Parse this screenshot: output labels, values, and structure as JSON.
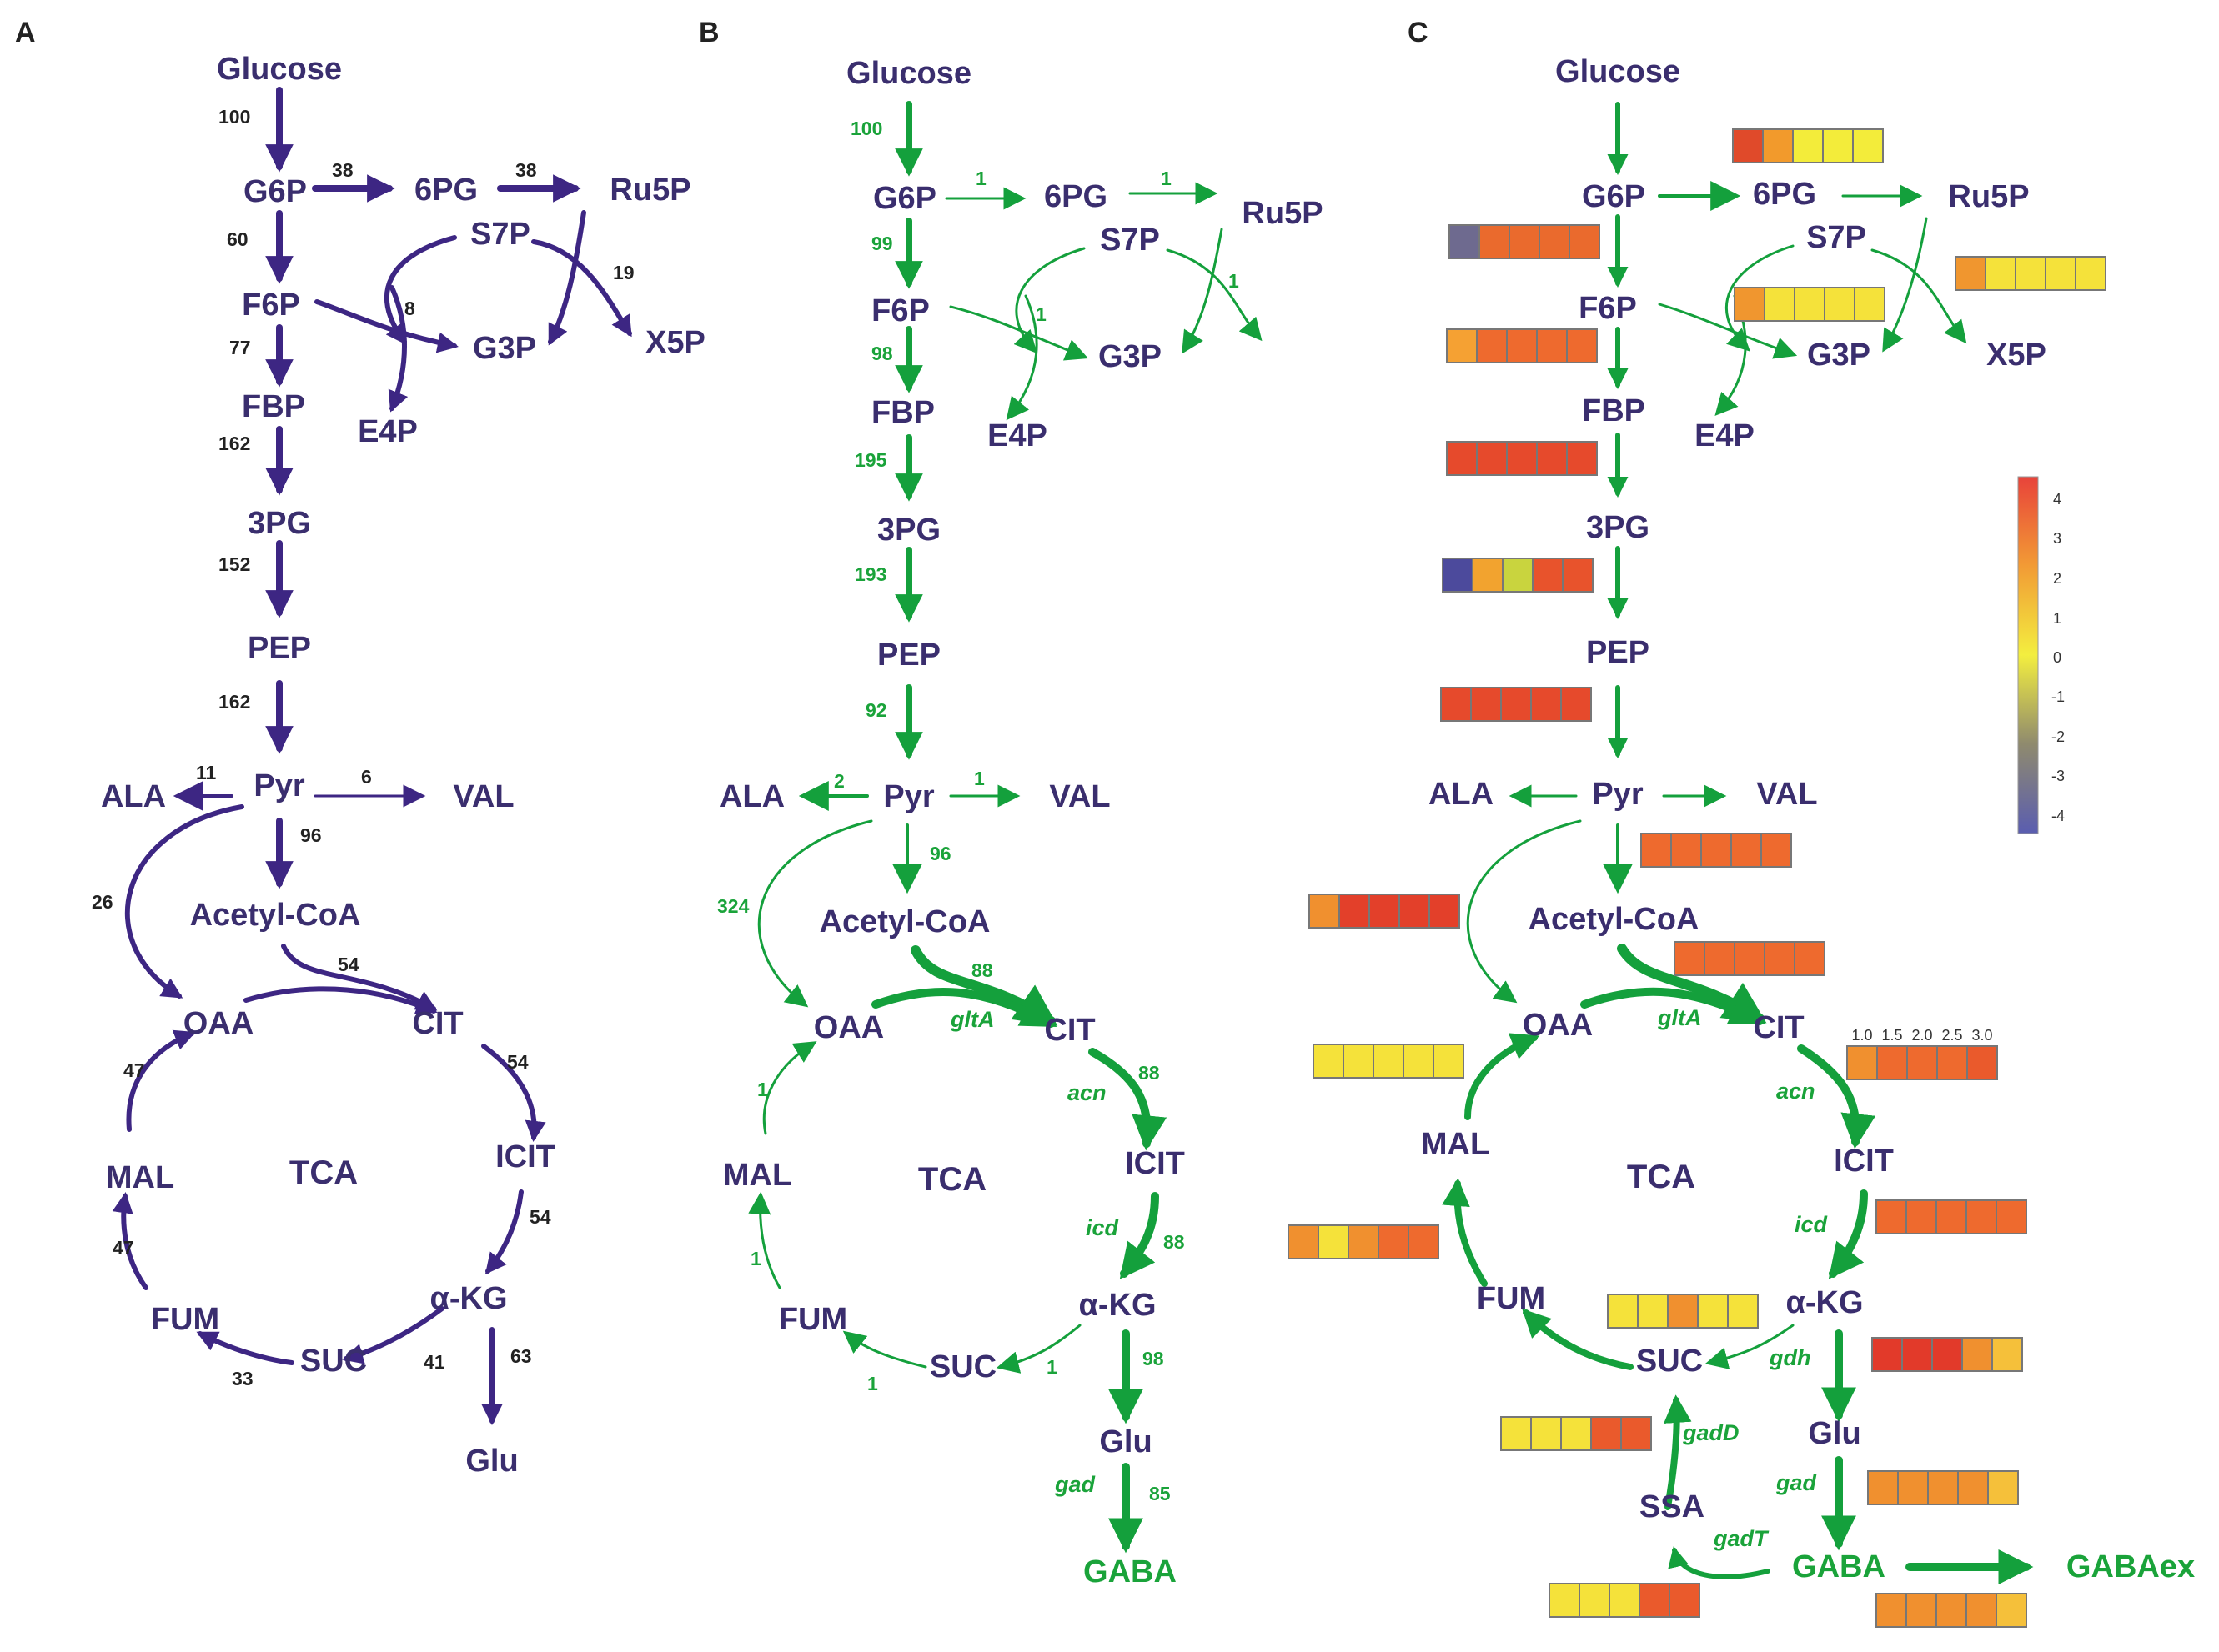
{
  "panels": {
    "A": "A",
    "B": "B",
    "C": "C"
  },
  "colors": {
    "panel_a": "#3d2683",
    "panel_bc": "#14a03c",
    "label": "#3a2e6e"
  },
  "metabolites": {
    "glucose": "Glucose",
    "g6p": "G6P",
    "pg6": "6PG",
    "ru5p": "Ru5P",
    "s7p": "S7P",
    "f6p": "F6P",
    "g3p": "G3P",
    "x5p": "X5P",
    "fbp": "FBP",
    "e4p": "E4P",
    "pg3": "3PG",
    "pep": "PEP",
    "pyr": "Pyr",
    "ala": "ALA",
    "val": "VAL",
    "acoa": "Acetyl-CoA",
    "oaa": "OAA",
    "cit": "CIT",
    "icit": "ICIT",
    "akg": "α-KG",
    "suc": "SUC",
    "fum": "FUM",
    "mal": "MAL",
    "glu": "Glu",
    "gaba": "GABA",
    "ssa": "SSA",
    "gabaex": "GABAex",
    "tca": "TCA"
  },
  "genes": {
    "gltA": "gltA",
    "acn": "acn",
    "icd": "icd",
    "gdh": "gdh",
    "gad": "gad",
    "gadD": "gadD",
    "gadT": "gadT"
  },
  "flux_a": {
    "glc_g6p": "100",
    "g6p_6pg": "38",
    "pg6_ru5p": "38",
    "g6p_f6p": "60",
    "ru5p_x5p": "19",
    "f6p_g3p": "8",
    "f6p_fbp": "77",
    "fbp_3pg": "162",
    "pg3_pep": "152",
    "pep_pyr": "162",
    "pyr_ala": "11",
    "pyr_val": "6",
    "pyr_acoa": "96",
    "pyr_oaa": "26",
    "acoa_cit": "54",
    "cit_icit": "54",
    "icit_akg": "54",
    "akg_suc": "41",
    "akg_glu": "63",
    "suc_fum": "33",
    "fum_mal": "47",
    "mal_oaa": "47"
  },
  "flux_b": {
    "glc_g6p": "100",
    "g6p_6pg": "1",
    "pg6_ru5p": "1",
    "g6p_f6p": "99",
    "f6p_g3p": "1",
    "ru5p_x5p": "1",
    "f6p_fbp": "98",
    "fbp_3pg": "195",
    "pg3_pep": "193",
    "pep_pyr": "92",
    "pyr_ala": "2",
    "pyr_val": "1",
    "pyr_acoa": "96",
    "pyr_oaa": "324",
    "acoa_cit": "88",
    "cit_icit": "88",
    "icit_akg": "88",
    "akg_glu": "98",
    "glu_gaba": "85",
    "akg_suc": "1",
    "suc_fum": "1",
    "fum_mal": "1",
    "mal_oaa": "1"
  },
  "colorbar": {
    "ticks": [
      "4",
      "3",
      "2",
      "1",
      "0",
      "-1",
      "-2",
      "-3",
      "-4"
    ]
  },
  "time_axis": [
    "1.0",
    "1.5",
    "2.0",
    "2.5",
    "3.0"
  ],
  "heatmaps": [
    {
      "id": "g6p_6pg",
      "colors": [
        "#e04a2a",
        "#f29a2c",
        "#f3ec3a",
        "#f3ec3a",
        "#f3ec3a"
      ]
    },
    {
      "id": "g6p_f6p",
      "colors": [
        "#6e6a8f",
        "#ea6a2d",
        "#ea6a2d",
        "#ea6a2d",
        "#ea6a2d"
      ]
    },
    {
      "id": "ru5p_x5p",
      "colors": [
        "#f0962f",
        "#f5e23a",
        "#f5e23a",
        "#f5e23a",
        "#f5e23a"
      ]
    },
    {
      "id": "f6p_g3p",
      "colors": [
        "#f0962f",
        "#f5e23a",
        "#f5e23a",
        "#f5e23a",
        "#f5e23a"
      ]
    },
    {
      "id": "f6p_fbp",
      "colors": [
        "#f5a133",
        "#ee6a2e",
        "#ee6a2e",
        "#ee6a2e",
        "#ee6a2e"
      ]
    },
    {
      "id": "fbp_3pg",
      "colors": [
        "#e64a2c",
        "#e64a2c",
        "#e64a2c",
        "#e64a2c",
        "#e64a2c"
      ]
    },
    {
      "id": "pg3_pep",
      "colors": [
        "#4c4a9c",
        "#f2a32f",
        "#c9d43e",
        "#e8532c",
        "#e8532c"
      ]
    },
    {
      "id": "pep_pyr",
      "colors": [
        "#e64a2c",
        "#e64a2c",
        "#e64a2c",
        "#e64a2c",
        "#e64a2c"
      ]
    },
    {
      "id": "pyr_acoa",
      "colors": [
        "#ee6a2e",
        "#ee6a2e",
        "#ee6a2e",
        "#ee6a2e",
        "#ee6a2e"
      ]
    },
    {
      "id": "pyr_oaa",
      "colors": [
        "#f0902f",
        "#e3402a",
        "#e3402a",
        "#e3402a",
        "#e3402a"
      ]
    },
    {
      "id": "acoa_cit",
      "colors": [
        "#ee6a2e",
        "#ee6a2e",
        "#ee6a2e",
        "#ee6a2e",
        "#ee6a2e"
      ]
    },
    {
      "id": "cit_icit",
      "colors": [
        "#f0902f",
        "#ee6a2e",
        "#ee6a2e",
        "#ee6a2e",
        "#ea5a2c"
      ]
    },
    {
      "id": "mal_oaa",
      "colors": [
        "#f5e23a",
        "#f5e23a",
        "#f5e23a",
        "#f5e23a",
        "#f5e23a"
      ]
    },
    {
      "id": "icit_akg",
      "colors": [
        "#ee6a2e",
        "#ee6a2e",
        "#ee6a2e",
        "#ee6a2e",
        "#ee6a2e"
      ]
    },
    {
      "id": "fum_mal",
      "colors": [
        "#f0902f",
        "#f5e23a",
        "#f0902f",
        "#ee6a2e",
        "#ee6a2e"
      ]
    },
    {
      "id": "akg_suc",
      "colors": [
        "#f5e23a",
        "#f5e23a",
        "#f0902f",
        "#f5e23a",
        "#f5e23a"
      ]
    },
    {
      "id": "akg_glu",
      "colors": [
        "#e23a2a",
        "#e23a2a",
        "#e23a2a",
        "#f0902f",
        "#f5c03a"
      ]
    },
    {
      "id": "ssa_suc",
      "colors": [
        "#f5e23a",
        "#f5e23a",
        "#f5e23a",
        "#ea5a2c",
        "#ea5a2c"
      ]
    },
    {
      "id": "glu_gaba",
      "colors": [
        "#f0902f",
        "#f0902f",
        "#f0902f",
        "#f0902f",
        "#f5c03a"
      ]
    },
    {
      "id": "gaba_ssa",
      "colors": [
        "#f5e23a",
        "#f5e23a",
        "#f5e23a",
        "#ea5a2c",
        "#ea5a2c"
      ]
    },
    {
      "id": "gaba_ex",
      "colors": [
        "#f0902f",
        "#f0902f",
        "#f0902f",
        "#f0902f",
        "#f5c03a"
      ]
    }
  ]
}
